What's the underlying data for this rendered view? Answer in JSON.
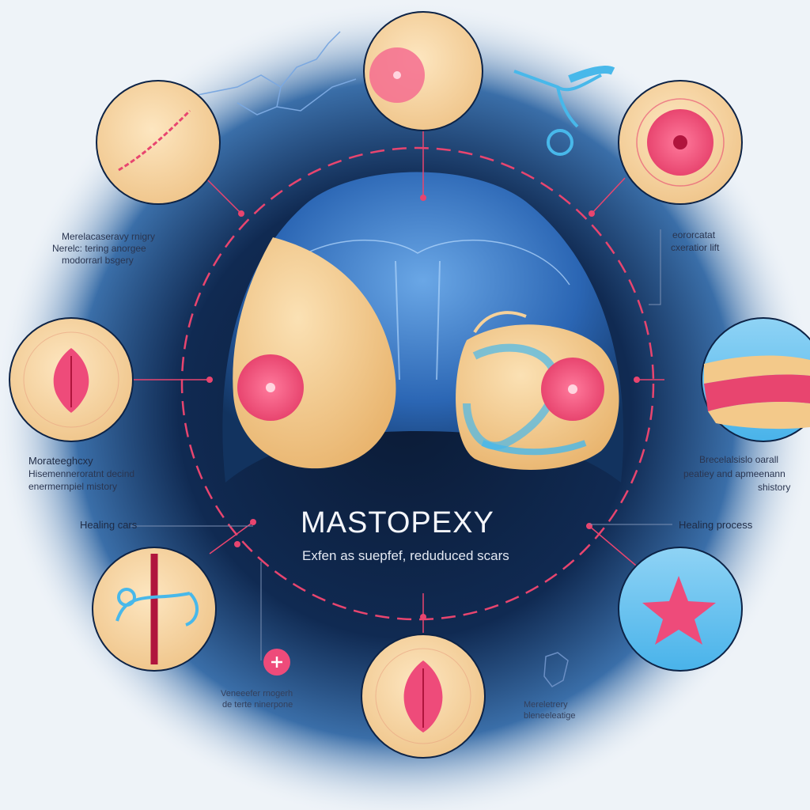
{
  "title": "MASTOPEXY",
  "subtitle": "Exfen as suepfef, reduduced scars",
  "labels": {
    "left_top_1": "Merelacaseravy rnigry",
    "left_top_2": "Nerelc: tering anorgee",
    "left_top_3": "modorrarl bsgery",
    "left_mid_1": "Morateeghcxy",
    "left_mid_2": "Hisemenneroratnt decind",
    "left_mid_3": "enermernpiel mistory",
    "left_bottom": "Healing cars",
    "bottom_center_1": "Veneeefer rnogerh",
    "bottom_center_2": "de terte ninerpone",
    "right_top_1": "eororcatat",
    "right_top_2": "cxeratior lift",
    "right_mid_1": "Brecelalsislo oarall",
    "right_mid_2": "peatiey and apmeenann",
    "right_mid_3": "shistory",
    "right_bottom": "Healing process",
    "bottom_right_1": "Mereletrery",
    "bottom_right_2": "bleneeleatige"
  },
  "colors": {
    "accent": "#e8456f",
    "dark_center": "#0d2346",
    "body_blue": "#2d6fc0",
    "skin": "#f3c98a",
    "areola": "#ee4b7a",
    "cyan": "#48b8ea"
  },
  "icons": [
    "incision-icon",
    "areola-icon",
    "cyan-instrument-icon",
    "areola-ring-icon",
    "tissue-leaf-icon",
    "skin-layers-icon",
    "suture-scissors-icon",
    "tissue-leaf-icon",
    "star-icon"
  ]
}
